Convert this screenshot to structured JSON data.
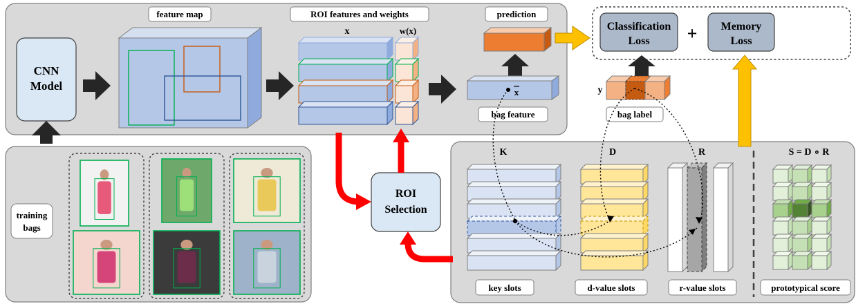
{
  "labels": {
    "feature_map": "feature map",
    "roi_features": "ROI features and weights",
    "prediction": "prediction",
    "cnn_line1": "CNN",
    "cnn_line2": "Model",
    "x": "x",
    "wx": "w(x)",
    "xbar": "x",
    "bag_feature": "bag feature",
    "cls_line1": "Classification",
    "cls_line2": "Loss",
    "plus": "+",
    "mem_line1": "Memory",
    "mem_line2": "Loss",
    "y": "y",
    "bag_label": "bag label",
    "roi_line1": "ROI",
    "roi_line2": "Selection",
    "training_line1": "training",
    "training_line2": "bags",
    "K": "K",
    "D": "D",
    "R": "R",
    "S_formula": "S = D ∘ R",
    "key_slots": "key slots",
    "dvalue_slots": "d-value slots",
    "rvalue_slots": "r-value slots",
    "prototypical_score": "prototypical score"
  },
  "colors": {
    "panel": "#d9d9d9",
    "box_blue": "#dae8f5",
    "slab_blue": "#b4c7e7",
    "orange": "#ed7d31",
    "light_orange": "#f4b183",
    "peach": "#fbe5d6",
    "yellow": "#ffe699",
    "green_light": "#e2f0d9",
    "green_mid": "#a9d18e",
    "green_dark": "#548235",
    "red": "#ff0000",
    "gold": "#ffc000",
    "gray_slot": "#a6a6a6",
    "loss_box": "#acb9ca"
  }
}
